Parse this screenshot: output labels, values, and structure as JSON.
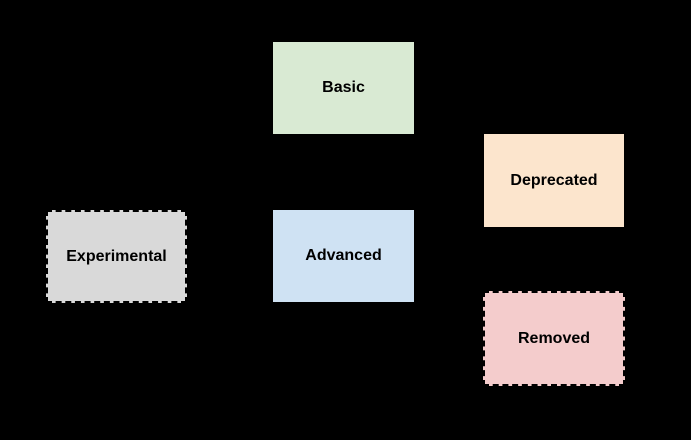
{
  "diagram": {
    "background_color": "#000000",
    "text_color": "#000000",
    "nodes": [
      {
        "id": "experimental",
        "label": "Experimental",
        "fill_color": "#d9d9d9",
        "border_style": "dashed"
      },
      {
        "id": "basic",
        "label": "Basic",
        "fill_color": "#d9ead3",
        "border_style": "solid-none"
      },
      {
        "id": "advanced",
        "label": "Advanced",
        "fill_color": "#cfe2f3",
        "border_style": "solid-none"
      },
      {
        "id": "deprecated",
        "label": "Deprecated",
        "fill_color": "#fce5cd",
        "border_style": "solid-none"
      },
      {
        "id": "removed",
        "label": "Removed",
        "fill_color": "#f4cccc",
        "border_style": "dashed"
      }
    ]
  }
}
